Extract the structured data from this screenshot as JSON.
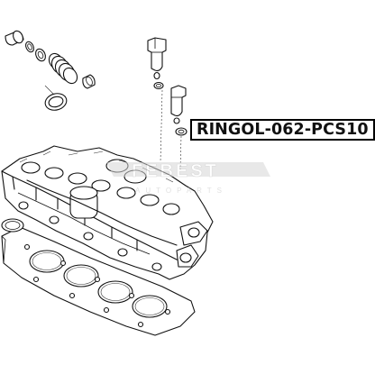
{
  "part_label": "RINGOL-062-PCS10",
  "watermark": {
    "brand": "FEBEST",
    "tagline": "AUTOPARTS"
  },
  "colors": {
    "line": "#111111",
    "label_border": "#000000",
    "watermark": "#c8c8c8",
    "background": "#ffffff"
  }
}
